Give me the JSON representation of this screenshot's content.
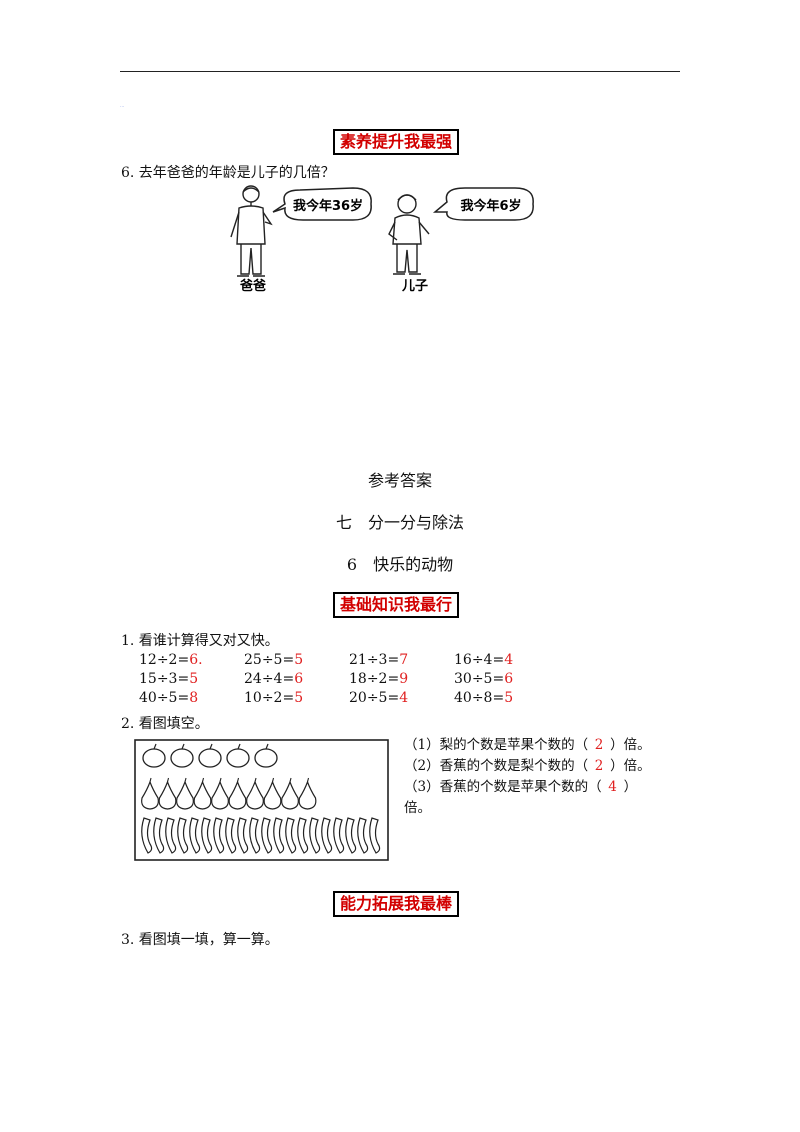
{
  "header_link": "...",
  "section_badges": {
    "improve": "素养提升我最强",
    "basic": "基础知识我最行",
    "extend": "能力拓展我最棒"
  },
  "q6": {
    "text": "6. 去年爸爸的年龄是儿子的几倍？",
    "dad_speech": "我今年36岁",
    "son_speech": "我今年6岁",
    "dad_label": "爸爸",
    "son_label": "儿子"
  },
  "answers": {
    "title": "参考答案",
    "chapter": "七　分一分与除法",
    "lesson": "6　快乐的动物"
  },
  "q1": {
    "text": "1. 看谁计算得又对又快。",
    "rows": [
      [
        {
          "expr": "12÷2=",
          "ans": "6."
        },
        {
          "expr": "25÷5=",
          "ans": "5"
        },
        {
          "expr": "21÷3=",
          "ans": "7"
        },
        {
          "expr": "16÷4=",
          "ans": "4"
        }
      ],
      [
        {
          "expr": "15÷3=",
          "ans": "5"
        },
        {
          "expr": "24÷4=",
          "ans": "6"
        },
        {
          "expr": "18÷2=",
          "ans": "9"
        },
        {
          "expr": "30÷5=",
          "ans": "6"
        }
      ],
      [
        {
          "expr": "40÷5=",
          "ans": "8"
        },
        {
          "expr": "10÷2=",
          "ans": "5"
        },
        {
          "expr": "20÷5=",
          "ans": "4"
        },
        {
          "expr": "40÷8=",
          "ans": "5"
        }
      ]
    ]
  },
  "q2": {
    "text": "2. 看图填空。",
    "counts": {
      "apples": 5,
      "pears": 10,
      "bananas": 20
    },
    "items": [
      {
        "pre": "（1）梨的个数是苹果个数的（",
        "ans": "2",
        "post": "）倍。"
      },
      {
        "pre": "（2）香蕉的个数是梨个数的（",
        "ans": "2",
        "post": "）倍。"
      },
      {
        "pre": "（3）香蕉的个数是苹果个数的（",
        "ans": "4",
        "post": "）"
      }
    ],
    "tail": "倍。"
  },
  "q3": {
    "text": "3. 看图填一填，算一算。"
  },
  "colors": {
    "red": "#e02020",
    "badge_text": "#d20000"
  }
}
